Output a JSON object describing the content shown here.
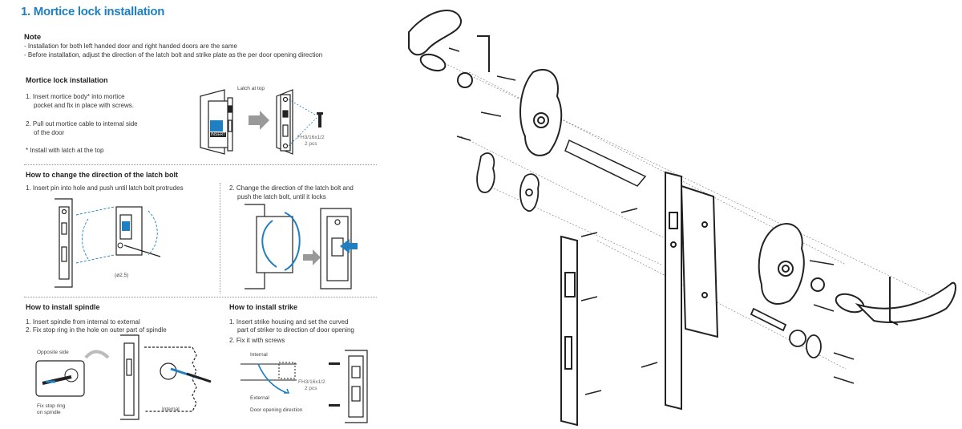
{
  "title": "1. Mortice lock installation",
  "note": {
    "heading": "Note",
    "lines": [
      "- Installation for both left handed door and right handed doors are the same",
      "- Before installation, adjust the direction of the latch bolt and strike plate as the per door opening direction"
    ]
  },
  "mortice": {
    "heading": "Mortice lock installation",
    "step1a": "1. Insert mortice body* into mortice",
    "step1b": "pocket and fix in place with screws.",
    "step2a": "2. Pull out mortice cable to internal side",
    "step2b": "of the door",
    "footnote": "* Install with latch at the top",
    "latch_label": "Latch at top",
    "screw_label_a": "FH3/16x1/2",
    "screw_label_b": "2 pcs",
    "insert_label": "INSERT"
  },
  "latch": {
    "heading": "How to change the direction of the latch bolt",
    "step1": "1. Insert pin into hole and push until latch bolt protrudes",
    "step2a": "2. Change the direction of the latch bolt and",
    "step2b": "push the latch bolt, until it locks",
    "pin_label": "(ø2.5)"
  },
  "spindle": {
    "heading": "How to install spindle",
    "step1": "1. Insert spindle from internal to external",
    "step2": "2. Fix stop ring in the hole on outer part of spindle",
    "opposite_label": "Opposite side",
    "stop_ring_a": "Fix stop ring",
    "stop_ring_b": "on spindle",
    "internal_label": "Internal"
  },
  "strike": {
    "heading": "How to install strike",
    "step1a": "1. Insert strike housing and set the curved",
    "step1b": "part of striker to direction of door opening",
    "step2": "2. Fix it with screws",
    "internal_label": "Internal",
    "external_label": "External",
    "door_label": "Door opening direction",
    "screw_label_a": "FH3/16x1/2",
    "screw_label_b": "2 pcs"
  },
  "colors": {
    "accent": "#1f7fc1",
    "text": "#222222"
  }
}
